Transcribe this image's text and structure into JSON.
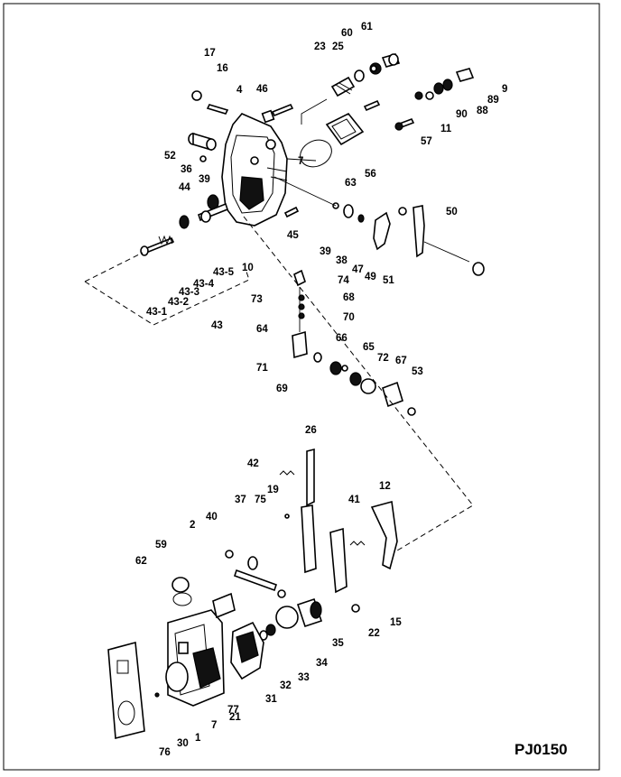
{
  "drawing": {
    "code": "PJ0150",
    "labels": [
      "17",
      "16",
      "4",
      "46",
      "52",
      "36",
      "39",
      "44",
      "43-1",
      "43-2",
      "43-3",
      "43-4",
      "43-5",
      "10",
      "43",
      "23",
      "25",
      "60",
      "61",
      "9",
      "89",
      "88",
      "90",
      "11",
      "57",
      "63",
      "56",
      "7",
      "45",
      "39",
      "38",
      "47",
      "49",
      "51",
      "50",
      "73",
      "74",
      "68",
      "64",
      "70",
      "71",
      "66",
      "65",
      "72",
      "67",
      "53",
      "69",
      "26",
      "42",
      "19",
      "12",
      "41",
      "37",
      "75",
      "40",
      "2",
      "59",
      "62",
      "15",
      "22",
      "35",
      "34",
      "33",
      "32",
      "31",
      "77",
      "21",
      "7",
      "1",
      "30",
      "76"
    ]
  }
}
